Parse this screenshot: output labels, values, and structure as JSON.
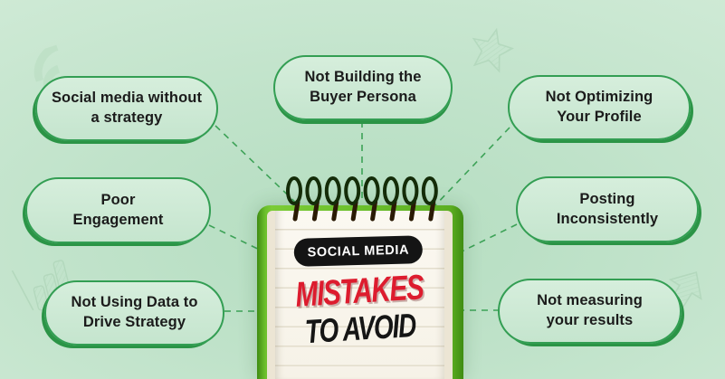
{
  "page": {
    "type": "social-media-mistakes-infographic"
  },
  "notepad": {
    "badge": "SOCIAL MEDIA",
    "title_line1": "MISTAKES",
    "title_line2": "TO AVOID"
  },
  "bubbles": [
    {
      "label": "Social media without\na strategy"
    },
    {
      "label": "Not Building the\nBuyer Persona"
    },
    {
      "label": "Not Optimizing\nYour Profile"
    },
    {
      "label": "Poor\nEngagement"
    },
    {
      "label": "Posting\nInconsistently"
    },
    {
      "label": "Not Using Data to\nDrive Strategy"
    },
    {
      "label": "Not measuring\nyour results"
    }
  ],
  "decorations": {
    "top_left": "wifi-signal-icon",
    "top_right": "star-icon",
    "mid_left": "bar-chart-icon",
    "mid_right": "arrow-up-icon"
  },
  "colors": {
    "background_center": "#b4ddc0",
    "background_edge": "#d7eedb",
    "bubble_fill": "#cde9d4",
    "bubble_border": "#339e53",
    "bubble_shadow": "#2b9446",
    "dashed_line": "#3da257",
    "board_green": "#6cc02c",
    "paper": "#f8f5ec",
    "badge_black": "#141414",
    "headline_red": "#dd1c2e",
    "headline_black": "#151515"
  }
}
